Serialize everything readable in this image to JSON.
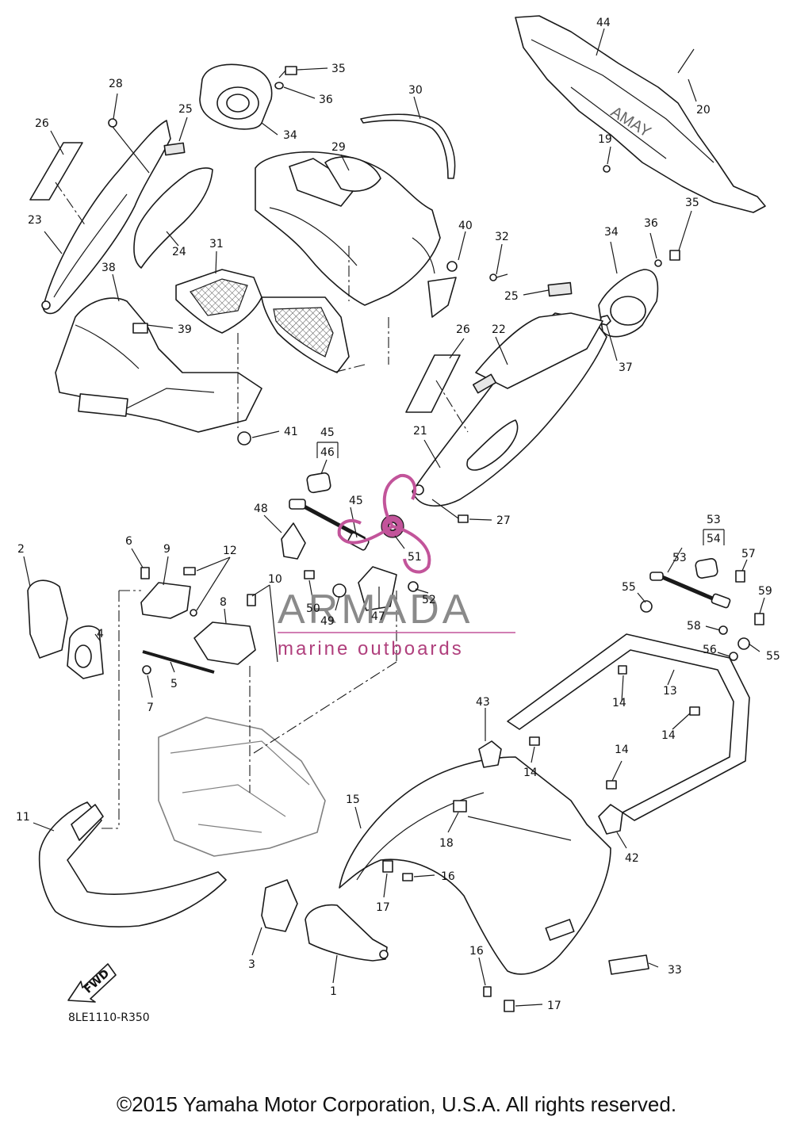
{
  "diagram_code": "8LE1110-R350",
  "fwd_label": "FWD",
  "watermark": {
    "brand": "ARMADA",
    "tagline": "marine outboards",
    "accent_color": "#c2549a"
  },
  "copyright": "©2015 Yamaha Motor Corporation, U.S.A. All rights reserved.",
  "callouts": {
    "c1": "1",
    "c2": "2",
    "c3": "3",
    "c4": "4",
    "c5": "5",
    "c6": "6",
    "c7": "7",
    "c8": "8",
    "c9": "9",
    "c10": "10",
    "c11": "11",
    "c12": "12",
    "c13": "13",
    "c14a": "14",
    "c14b": "14",
    "c14c": "14",
    "c14d": "14",
    "c15": "15",
    "c16a": "16",
    "c16b": "16",
    "c17a": "17",
    "c17b": "17",
    "c18": "18",
    "c19": "19",
    "c20": "20",
    "c21": "21",
    "c22": "22",
    "c23": "23",
    "c24": "24",
    "c25a": "25",
    "c25b": "25",
    "c26a": "26",
    "c26b": "26",
    "c27": "27",
    "c28": "28",
    "c29": "29",
    "c30": "30",
    "c31": "31",
    "c32": "32",
    "c33": "33",
    "c34a": "34",
    "c34b": "34",
    "c35a": "35",
    "c35b": "35",
    "c36a": "36",
    "c36b": "36",
    "c37": "37",
    "c38": "38",
    "c39": "39",
    "c40": "40",
    "c41": "41",
    "c42": "42",
    "c43": "43",
    "c44": "44",
    "c45a": "45",
    "c45b": "45",
    "c46": "46",
    "c47": "47",
    "c48": "48",
    "c49": "49",
    "c50": "50",
    "c51": "51",
    "c52": "52",
    "c53a": "53",
    "c53b": "53",
    "c54": "54",
    "c55a": "55",
    "c55b": "55",
    "c56": "56",
    "c57": "57",
    "c58": "58",
    "c59": "59"
  }
}
